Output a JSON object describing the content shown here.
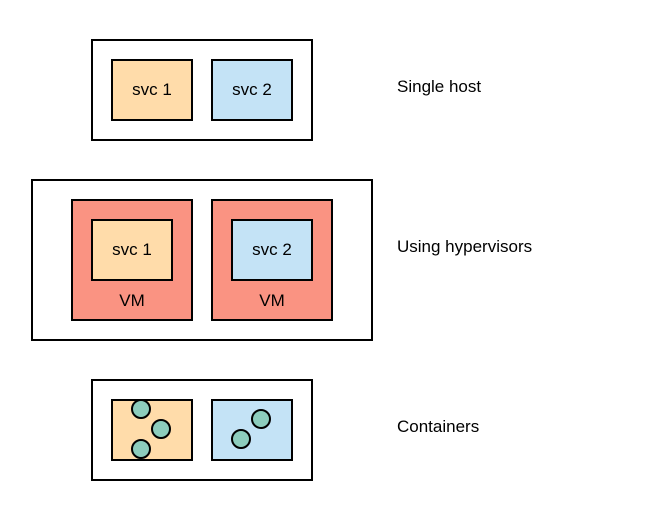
{
  "colors": {
    "svc1_fill": "#ffdcaa",
    "svc2_fill": "#c4e3f6",
    "vm_fill": "#fa9382",
    "container_fill": "#8dcdbd",
    "stroke": "#000000"
  },
  "single_host": {
    "label": "Single host",
    "svc1": "svc 1",
    "svc2": "svc 2"
  },
  "hypervisors": {
    "label": "Using hypervisors",
    "vm1": {
      "svc": "svc 1",
      "label": "VM"
    },
    "vm2": {
      "svc": "svc 2",
      "label": "VM"
    }
  },
  "containers": {
    "label": "Containers",
    "svc1_container_count": 3,
    "svc2_container_count": 2
  }
}
